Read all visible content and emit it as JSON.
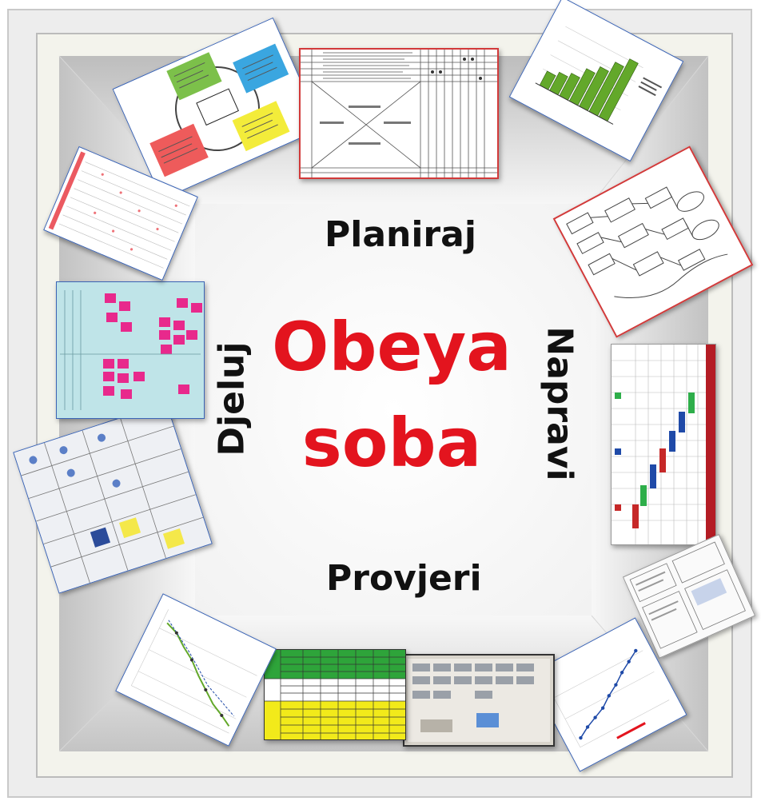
{
  "center": {
    "line1": "Obeya",
    "line2": "soba"
  },
  "labels": {
    "top": "Planiraj",
    "right": "Napravi",
    "bottom": "Provjeri",
    "left": "Djeluj"
  },
  "colors": {
    "title": "#e3141e",
    "label": "#111111",
    "sticky_pink": "#e8298c",
    "chart_green": "#63a82a",
    "table_yellow": "#f2ea1a",
    "table_green": "#2ea43a"
  }
}
